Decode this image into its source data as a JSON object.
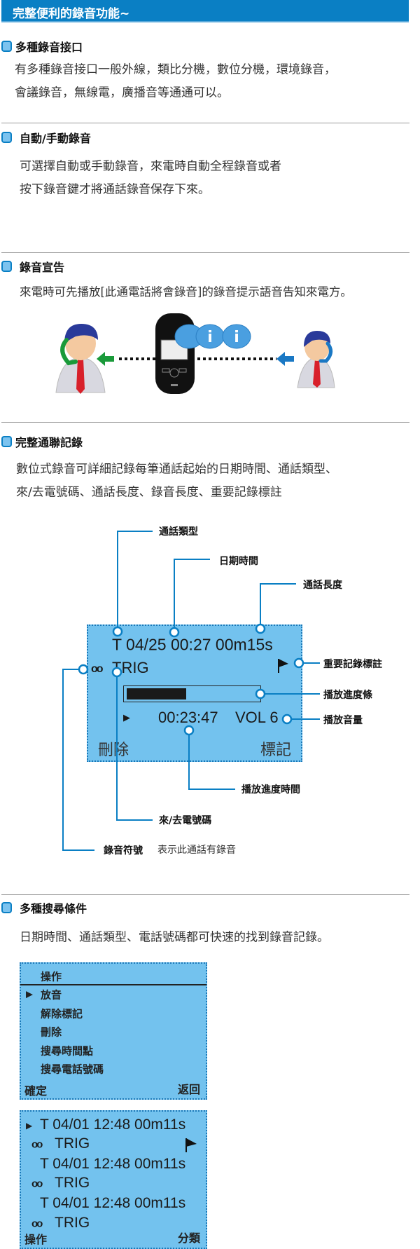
{
  "header": {
    "title": "完整便利的錄音功能~"
  },
  "sections": [
    {
      "title": "多種錄音接口",
      "lines": [
        "有多種錄音接口一般外線，類比分機，數位分機，環境錄音，",
        "會議錄音，無線電，廣播音等通通可以。"
      ]
    },
    {
      "title": "自動/手動錄音",
      "lines": [
        "可選擇自動或手動錄音，來電時自動全程錄音或者",
        "按下錄音鍵才將通話錄音保存下來。"
      ]
    },
    {
      "title": "錄音宣告",
      "lines": [
        "來電時可先播放[此通電話將會錄音]的錄音提示語音告知來電方。"
      ]
    },
    {
      "title": "完整通聯記錄",
      "lines": [
        "數位式錄音可詳細記錄每筆通話起始的日期時間、通話類型、",
        "來/去電號碼、通話長度、錄音長度、重要記錄標註"
      ]
    },
    {
      "title": "多種搜尋條件",
      "lines": [
        "日期時間、通話類型、電話號碼都可快速的找到錄音記錄。"
      ]
    }
  ],
  "record_screen": {
    "line1": "T 04/25  00:27  00m15s",
    "caller": "TRIG",
    "time": "00:23:47",
    "volume": "VOL 6",
    "progress_fraction": 0.45,
    "left_key": "刪除",
    "right_key": "標記"
  },
  "callouts": {
    "call_type": "通話類型",
    "datetime": "日期時間",
    "duration": "通話長度",
    "flag": "重要記錄標註",
    "progress_bar": "播放進度條",
    "volume": "播放音量",
    "progress_time": "播放進度時間",
    "number": "來/去電號碼",
    "rec_symbol": "錄音符號",
    "rec_symbol_desc": "表示此通話有錄音"
  },
  "menu_screen": {
    "title": "操作",
    "items": [
      "放音",
      "解除標記",
      "刪除",
      "搜尋時間點",
      "搜尋電話號碼"
    ],
    "selected": 0,
    "left_key": "確定",
    "right_key": "返回"
  },
  "list_screen": {
    "records": [
      {
        "line": "T 04/01  12:48 00m11s",
        "caller": "TRIG",
        "flagged": true,
        "selected": true
      },
      {
        "line": "T 04/01  12:48 00m11s",
        "caller": "TRIG",
        "flagged": false,
        "selected": false
      },
      {
        "line": "T 04/01  12:48 00m11s",
        "caller": "TRIG",
        "flagged": false,
        "selected": false
      }
    ],
    "left_key": "操作",
    "right_key": "分類"
  },
  "colors": {
    "accent": "#0a7fc4",
    "lcd": "#73c2ee"
  }
}
